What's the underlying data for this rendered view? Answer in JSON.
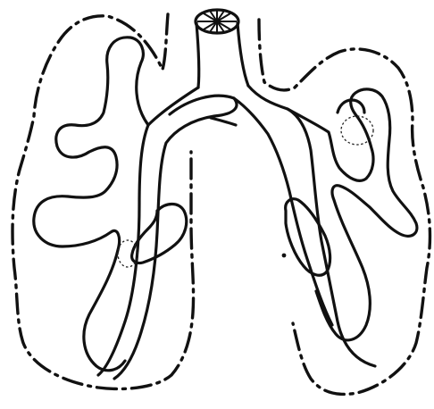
{
  "figure": {
    "ink_color": "#111111",
    "background_color": "#ffffff",
    "parts": [
      "trachea",
      "left-bronchus",
      "right-bronchus",
      "left-lung-outline",
      "right-lung-outline",
      "left-lung-chambers",
      "right-lung-chambers"
    ]
  }
}
